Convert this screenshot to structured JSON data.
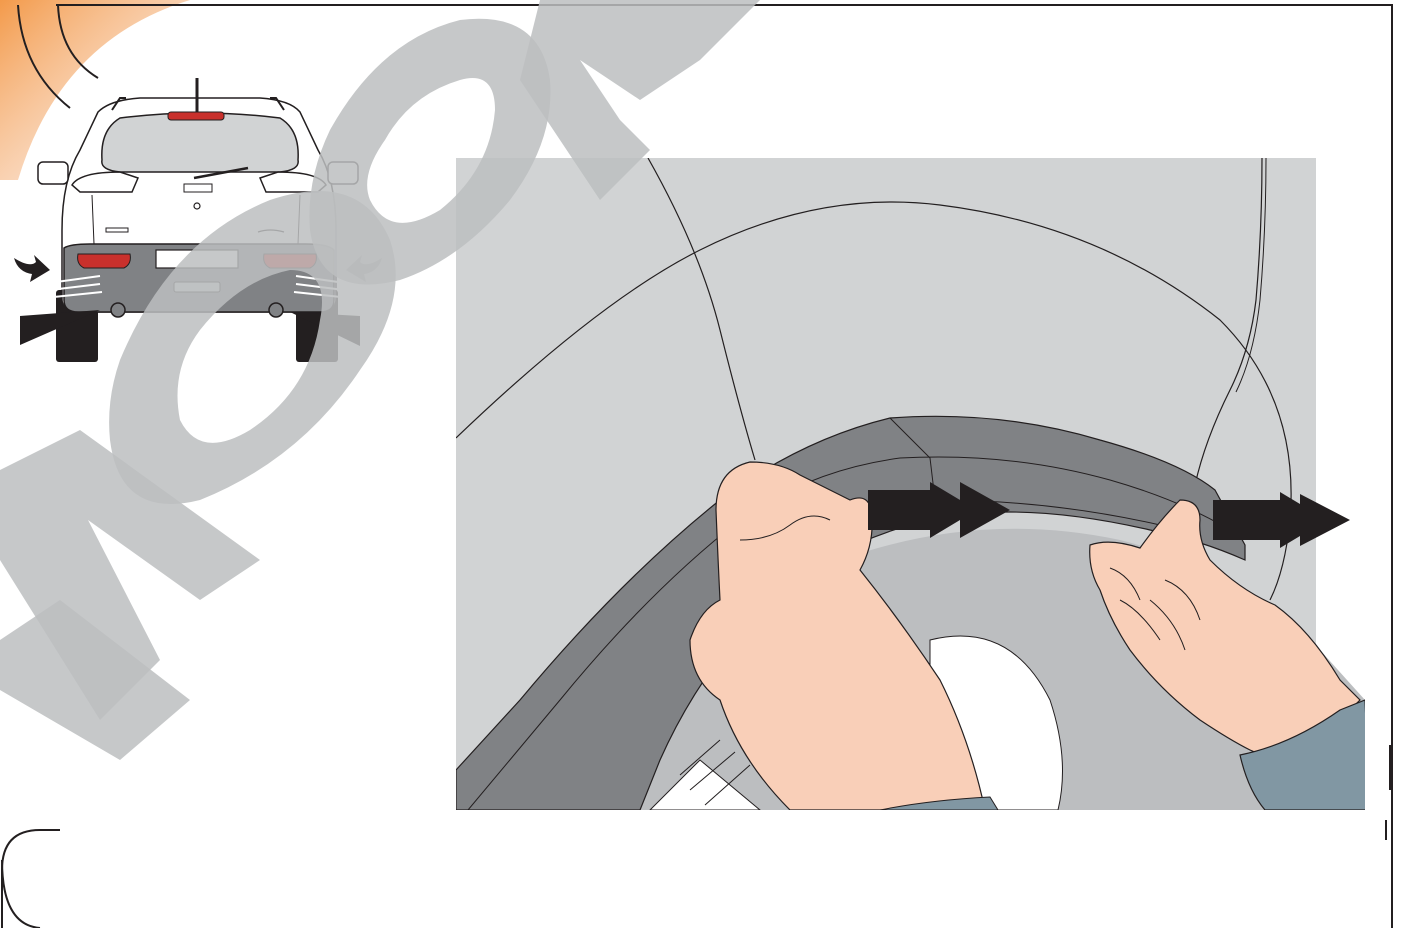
{
  "figure": {
    "watermark_text": "NO OR",
    "colors": {
      "frame": "#231f20",
      "corner_accent": "#f39a4a",
      "background_panel": "#d1d3d4",
      "trim_piece": "#808285",
      "tire_area": "#bcbec0",
      "skin": "#f9cfb8",
      "sleeve": "#8197a3",
      "watermark": "#bcbec0",
      "arrow": "#231f20",
      "tail_light": "#c9302c"
    },
    "icons": {
      "detail_arrows": "double-right-arrow",
      "vehicle_arrows": "curved-arrow"
    }
  }
}
